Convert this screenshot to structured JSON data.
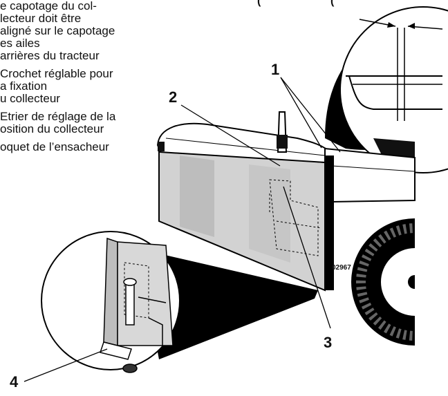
{
  "header_partial": "(",
  "legend": [
    {
      "text": "e capotage du col-\nlecteur doit être\naligné sur le capotage\nes ailes\narrières du tracteur"
    },
    {
      "text": "Crochet réglable pour\na fixation\nu collecteur"
    },
    {
      "text": "Etrier de réglage de la\nosition du collecteur"
    },
    {
      "text": "oquet de l’ensacheur"
    }
  ],
  "callouts": {
    "c1": "1",
    "c2": "2",
    "c3": "3",
    "c4": "4"
  },
  "part_number": "02967"
}
